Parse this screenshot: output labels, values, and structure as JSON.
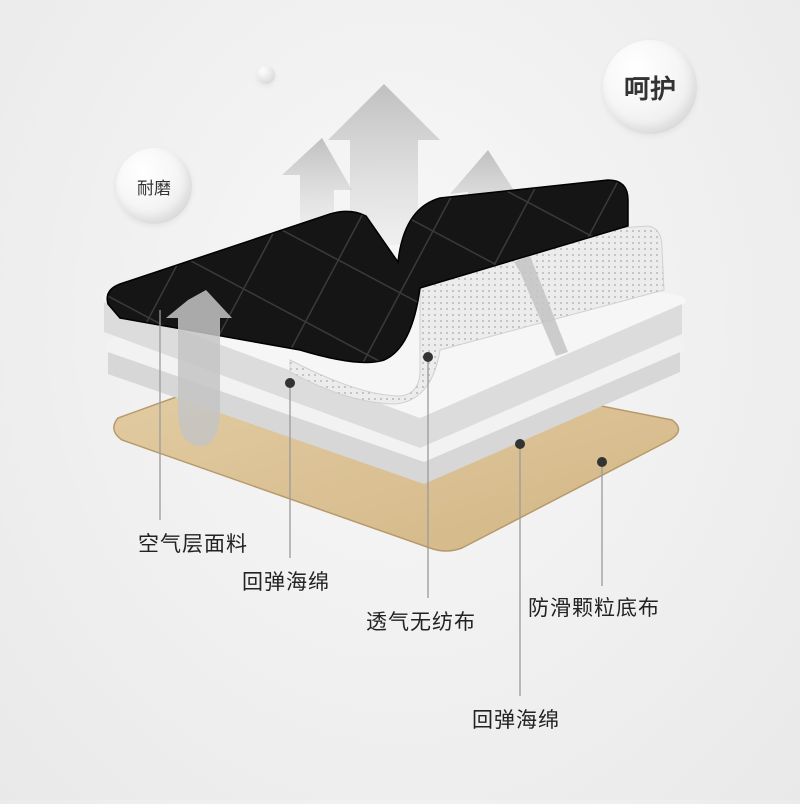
{
  "badges": {
    "protect": "呵护",
    "wear_resistant": "耐磨"
  },
  "layers": [
    {
      "label": "空气层面料"
    },
    {
      "label": "回弹海绵"
    },
    {
      "label": "透气无纺布"
    },
    {
      "label": "防滑颗粒底布"
    },
    {
      "label": "回弹海绵"
    }
  ],
  "colors": {
    "top_fabric": "#141414",
    "foam": "#f4f4f4",
    "nonwoven": "#e2e2e2",
    "base_cloth": "#d8bf93",
    "leader_line": "#9a9a9a",
    "arrow": "#b8b8b8"
  }
}
